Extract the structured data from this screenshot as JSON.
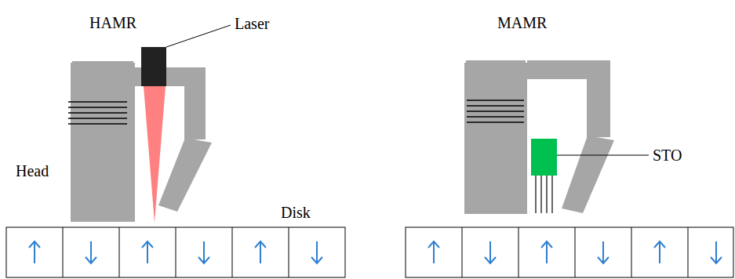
{
  "diagram": {
    "labels": [
      "HAMR",
      "Laser",
      "Head",
      "Disk",
      "MAMR",
      "STO"
    ]
  }
}
